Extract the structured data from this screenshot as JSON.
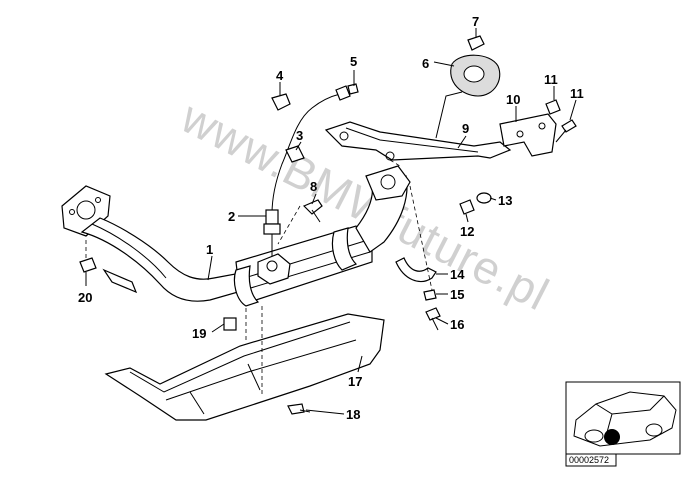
{
  "diagram": {
    "watermark": "www.BMWfuture.pl",
    "reference_code": "00002572",
    "callouts": [
      {
        "id": "c1",
        "label": "1"
      },
      {
        "id": "c2",
        "label": "2"
      },
      {
        "id": "c3",
        "label": "3"
      },
      {
        "id": "c4",
        "label": "4"
      },
      {
        "id": "c5",
        "label": "5"
      },
      {
        "id": "c6",
        "label": "6"
      },
      {
        "id": "c7",
        "label": "7"
      },
      {
        "id": "c8",
        "label": "8"
      },
      {
        "id": "c9",
        "label": "9"
      },
      {
        "id": "c10",
        "label": "10"
      },
      {
        "id": "c11a",
        "label": "11"
      },
      {
        "id": "c11b",
        "label": "11"
      },
      {
        "id": "c12",
        "label": "12"
      },
      {
        "id": "c13",
        "label": "13"
      },
      {
        "id": "c14",
        "label": "14"
      },
      {
        "id": "c15",
        "label": "15"
      },
      {
        "id": "c16",
        "label": "16"
      },
      {
        "id": "c17",
        "label": "17"
      },
      {
        "id": "c18",
        "label": "18"
      },
      {
        "id": "c19",
        "label": "19"
      },
      {
        "id": "c20",
        "label": "20"
      }
    ]
  }
}
